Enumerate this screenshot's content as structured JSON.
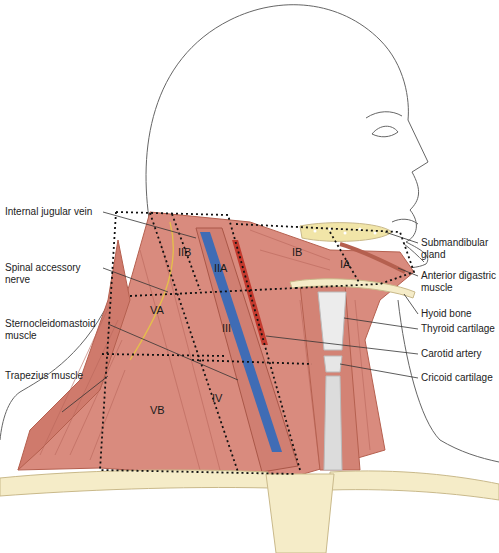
{
  "diagram": {
    "labels": [
      "Internal jugular vein",
      "Spinal accessory nerve",
      "Sternocleidomastoid muscle",
      "Trapezius muscle",
      "Submandibular gland",
      "Anterior digastric muscle",
      "Hyoid bone",
      "Thyroid cartilage",
      "Carotid artery",
      "Cricoid cartilage",
      "IIB",
      "IIA",
      "IB",
      "IA",
      "VA",
      "III",
      "IV",
      "VB"
    ]
  }
}
